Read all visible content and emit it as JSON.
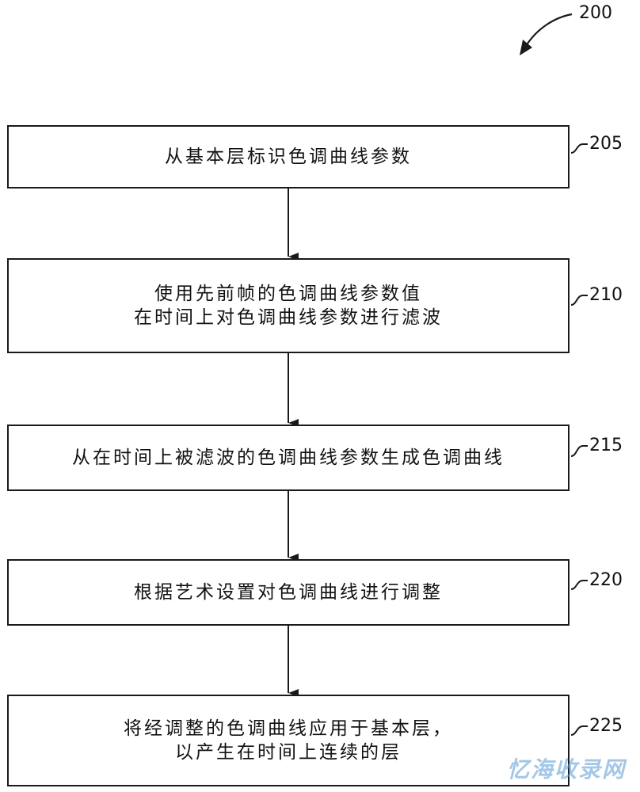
{
  "figure_number": "200",
  "steps": [
    {
      "ref": "205",
      "lines": [
        "从基本层标识色调曲线参数"
      ]
    },
    {
      "ref": "210",
      "lines": [
        "使用先前帧的色调曲线参数值",
        "在时间上对色调曲线参数进行滤波"
      ]
    },
    {
      "ref": "215",
      "lines": [
        "从在时间上被滤波的色调曲线参数生成色调曲线"
      ]
    },
    {
      "ref": "220",
      "lines": [
        "根据艺术设置对色调曲线进行调整"
      ]
    },
    {
      "ref": "225",
      "lines": [
        "将经调整的色调曲线应用于基本层，",
        "以产生在时间上连续的层"
      ]
    }
  ],
  "watermark": "忆海收录网"
}
